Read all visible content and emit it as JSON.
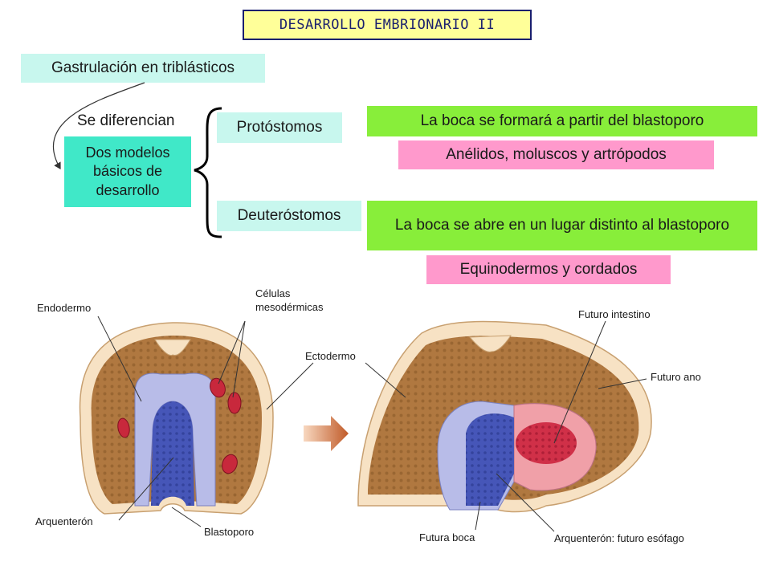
{
  "title": "DESARROLLO EMBRIONARIO II",
  "gastrulation": "Gastrulación en triblásticos",
  "differentiate": "Se diferencian",
  "models": "Dos modelos básicos de desarrollo",
  "protostomes": "Protóstomos",
  "deuterostomes": "Deuteróstomos",
  "proto_mouth": "La boca se formará a partir del blastoporo",
  "proto_examples": "Anélidos, moluscos y artrópodos",
  "deutero_mouth": "La boca se abre en un lugar distinto al blastoporo",
  "deutero_examples": "Equinodermos y cordados",
  "labels": {
    "endoderm": "Endodermo",
    "mesoderm_cells": "Células mesodérmicas",
    "ectoderm": "Ectodermo",
    "archenteron": "Arquenterón",
    "blastopore": "Blastoporo",
    "future_intestine": "Futuro intestino",
    "future_anus": "Futuro ano",
    "future_mouth": "Futura boca",
    "archenteron_esophagus": "Arquenterón: futuro esófago"
  },
  "colors": {
    "title_bg": "#ffff99",
    "light_teal": "#c8f7ee",
    "teal": "#40e8c8",
    "green": "#88ee3a",
    "pink": "#ff99cc",
    "ectoderm": "#f7e2c4",
    "mesoderm": "#b07840",
    "endoderm_light": "#b8bce8",
    "endoderm_dark": "#4656b8",
    "intestine": "#f0a0a8",
    "intestine_dark": "#c8283c"
  }
}
